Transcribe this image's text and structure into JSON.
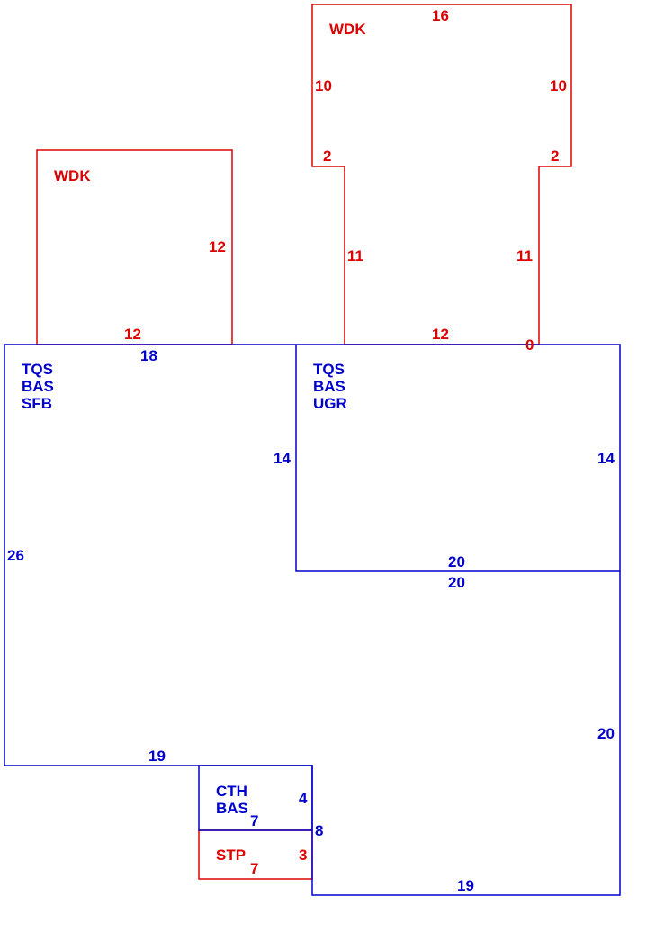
{
  "colors": {
    "blue": "#0000cc",
    "red": "#dd0000",
    "background": "#ffffff"
  },
  "areas": {
    "wdk_left": {
      "label": "WDK"
    },
    "wdk_top": {
      "label": "WDK"
    },
    "main_left": {
      "label_lines": [
        "TQS",
        "BAS",
        "SFB"
      ]
    },
    "main_right": {
      "label_lines": [
        "TQS",
        "BAS",
        "UGR"
      ]
    },
    "cth": {
      "label_lines": [
        "CTH",
        "BAS"
      ]
    },
    "stp": {
      "label": "STP"
    }
  },
  "dimensions": {
    "wdk_left_right": "12",
    "wdk_left_bottom": "12",
    "wdk_top_top": "16",
    "wdk_top_left_upper": "10",
    "wdk_top_right_upper": "10",
    "wdk_top_left_step": "2",
    "wdk_top_right_step": "2",
    "wdk_top_left_lower": "11",
    "wdk_top_right_lower": "11",
    "wdk_top_bottom": "12",
    "wdk_top_zero": "0",
    "left_top": "18",
    "left_side": "26",
    "ugr_left": "14",
    "ugr_right": "14",
    "ugr_bottom_inner": "20",
    "ugr_bottom_outer": "20",
    "right_lower": "20",
    "left_bottom": "19",
    "bottom": "19",
    "cth_right": "4",
    "cth_bottom": "7",
    "right_step": "8",
    "stp_right": "3",
    "stp_bottom": "7"
  }
}
